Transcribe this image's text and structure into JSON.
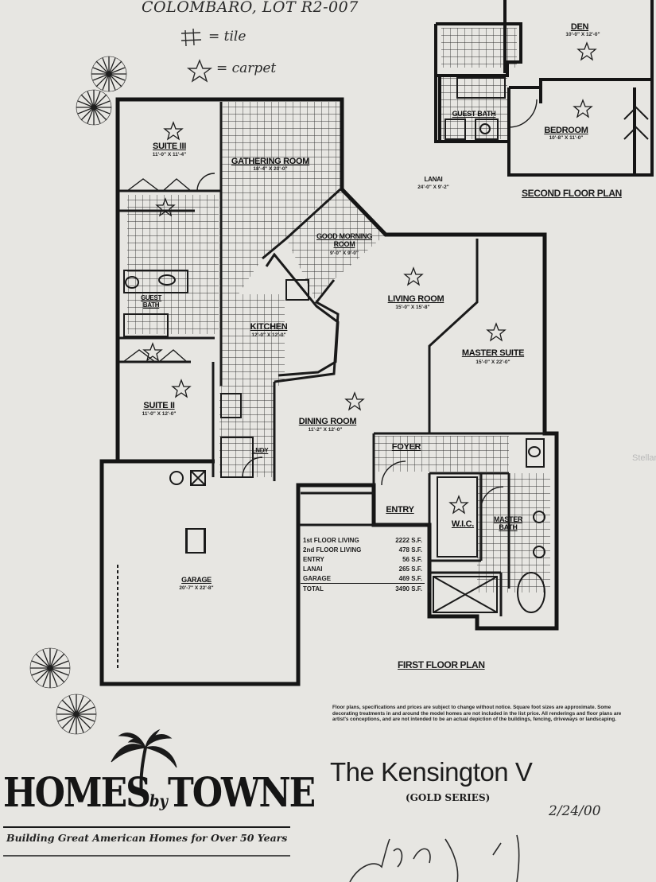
{
  "header_notes": {
    "lot": "COLOMBARO, LOT R2-007",
    "legend_tile": "= tile",
    "legend_carpet": "= carpet"
  },
  "second_floor": {
    "title": "SECOND FLOOR PLAN",
    "rooms": {
      "den": {
        "name": "DEN",
        "dim": "10'-0\" X 12'-0\""
      },
      "guest_bath": {
        "name": "GUEST BATH"
      },
      "bedroom": {
        "name": "BEDROOM",
        "dim": "10'-8\" X 11'-0\""
      },
      "lanai": {
        "name": "LANAI",
        "dim": "24'-0\" X 9'-2\""
      }
    }
  },
  "first_floor": {
    "title": "FIRST FLOOR PLAN",
    "rooms": {
      "suite3": {
        "name": "SUITE III",
        "dim": "11'-0\" X 11'-4\""
      },
      "gathering": {
        "name": "GATHERING ROOM",
        "dim": "18'-4\" X 20'-0\""
      },
      "morning": {
        "name": "GOOD MORNING ROOM",
        "dim": "9'-0\" X 9'-0\""
      },
      "living": {
        "name": "LIVING ROOM",
        "dim": "15'-0\" X 15'-8\""
      },
      "master_suite": {
        "name": "MASTER SUITE",
        "dim": "15'-0\" X 22'-0\""
      },
      "kitchen": {
        "name": "KITCHEN",
        "dim": "12'-0\" X 12'-0\""
      },
      "guest": {
        "name": "GUEST BATH"
      },
      "suite2": {
        "name": "SUITE II",
        "dim": "11'-0\" X 12'-0\""
      },
      "dining": {
        "name": "DINING ROOM",
        "dim": "11'-2\" X 12'-0\""
      },
      "laundry": {
        "name": "LNDY"
      },
      "foyer": {
        "name": "FOYER"
      },
      "entry": {
        "name": "ENTRY"
      },
      "wic": {
        "name": "W.I.C."
      },
      "master_bath": {
        "name": "MASTER BATH"
      },
      "garage": {
        "name": "GARAGE",
        "dim": "20'-7\" X 22'-8\""
      }
    }
  },
  "area_table": {
    "rows": [
      {
        "label": "1st FLOOR LIVING",
        "value": "2222 S.F."
      },
      {
        "label": "2nd FLOOR LIVING",
        "value": "478 S.F."
      },
      {
        "label": "ENTRY",
        "value": "56 S.F."
      },
      {
        "label": "LANAI",
        "value": "265 S.F."
      },
      {
        "label": "GARAGE",
        "value": "469 S.F."
      }
    ],
    "total_label": "TOTAL",
    "total_value": "3490 S.F."
  },
  "disclaimer": "Floor plans, specifications and prices are subject to change without notice. Square foot sizes are approximate. Some decorating treatments in and around the model homes are not included in the list price. All renderings and floor plans are artist's conceptions, and are not intended to be an actual depiction of the buildings, fencing, driveways or landscaping.",
  "model_name": "The Kensington V",
  "series": "(GOLD SERIES)",
  "handwritten_date": "2/24/00",
  "brand": {
    "name_left": "HOMES",
    "name_by": "by",
    "name_right": "TOWNE",
    "tagline": "Building Great American Homes for Over 50 Years"
  },
  "watermark": "Stellar",
  "colors": {
    "paper": "#e7e6e2",
    "ink": "#1d1d1d"
  }
}
